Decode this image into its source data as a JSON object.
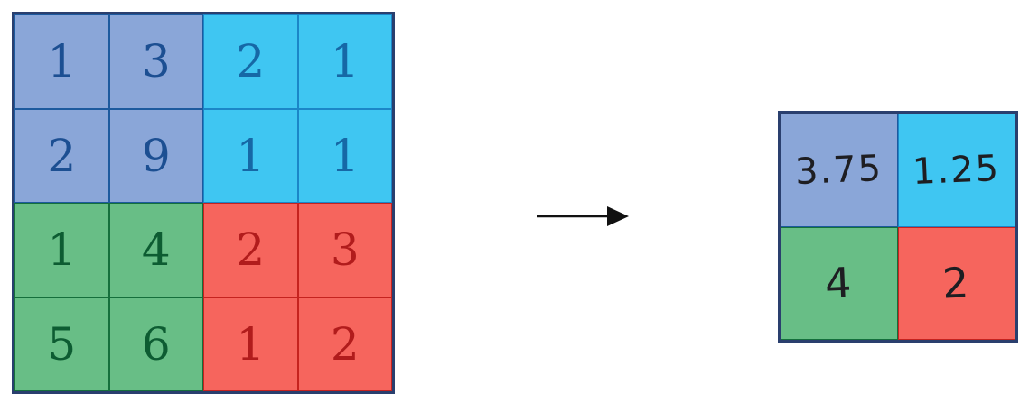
{
  "diagram": {
    "kind": "pooling-diagram",
    "arrow_icon": "right-arrow"
  },
  "input_grid": {
    "rows": 4,
    "cols": 4,
    "values": [
      [
        "1",
        "3",
        "2",
        "1"
      ],
      [
        "2",
        "9",
        "1",
        "1"
      ],
      [
        "1",
        "4",
        "2",
        "3"
      ],
      [
        "5",
        "6",
        "1",
        "2"
      ]
    ],
    "quadrants": [
      [
        "blue",
        "blue",
        "cyan",
        "cyan"
      ],
      [
        "blue",
        "blue",
        "cyan",
        "cyan"
      ],
      [
        "green",
        "green",
        "red",
        "red"
      ],
      [
        "green",
        "green",
        "red",
        "red"
      ]
    ]
  },
  "output_grid": {
    "rows": 2,
    "cols": 2,
    "values": [
      [
        "3.75",
        "1.25"
      ],
      [
        "4",
        "2"
      ]
    ],
    "quadrants": [
      [
        "blue",
        "cyan"
      ],
      [
        "green",
        "red"
      ]
    ]
  },
  "colors": {
    "blue_fill": "#8aa6d8",
    "blue_line": "#1d5a9e",
    "blue_text": "#1c4f92",
    "cyan_fill": "#3fc6f2",
    "cyan_line": "#1b86c8",
    "cyan_text": "#1668a6",
    "green_fill": "#68be86",
    "green_line": "#156f3c",
    "green_text": "#0d5c32",
    "red_fill": "#f6655d",
    "red_line": "#c5231f",
    "red_text": "#b11c1c",
    "outer_border": "#2a3f6e",
    "handwriting": "#1e1e22",
    "arrow": "#111111"
  }
}
